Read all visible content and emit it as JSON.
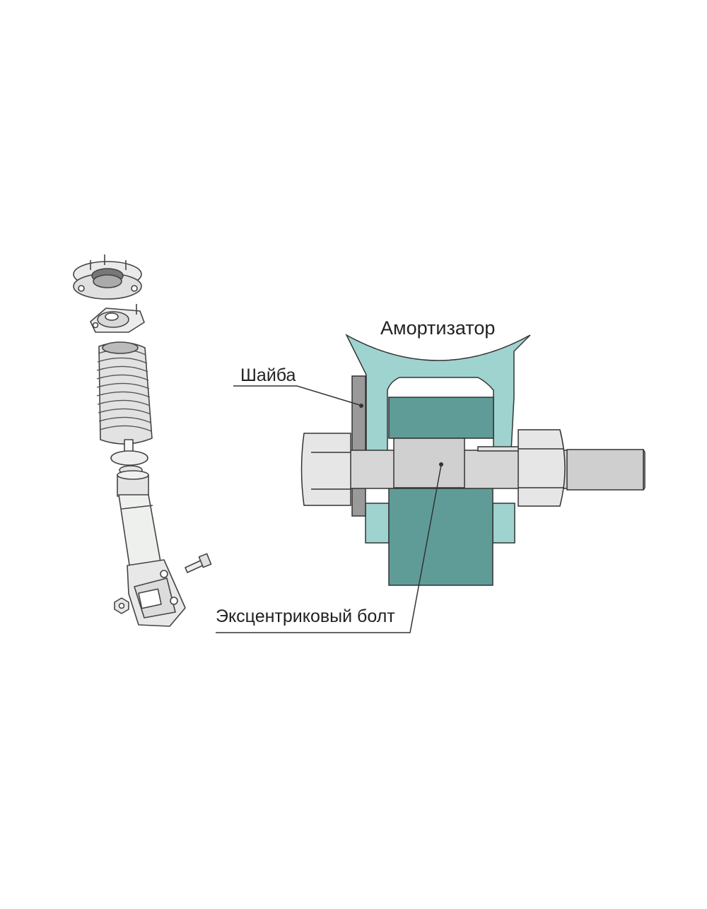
{
  "labels": {
    "shock_absorber": "Амортизатор",
    "washer": "Шайба",
    "eccentric_bolt": "Эксцентриковый болт"
  },
  "colors": {
    "housing": "#9fd3cf",
    "bushing": "#5f9c98",
    "washer": "#9a9a9a",
    "bolt": "#d9d9d9",
    "bolt_head": "#e6e6e6",
    "outline": "#333333",
    "sketch_line": "#444444"
  }
}
